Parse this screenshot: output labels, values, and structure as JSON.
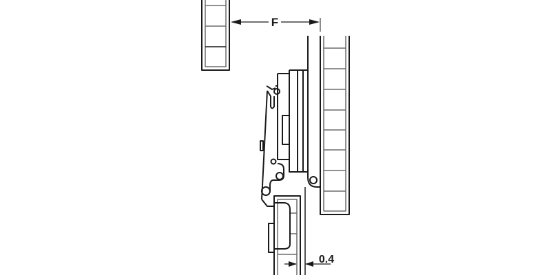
{
  "diagram": {
    "type": "technical-drawing",
    "subject": "concealed hinge cross-section with door and cabinet panels",
    "background": "#ffffff",
    "stroke_color": "#1a1a1a",
    "inner_line_color": "#6b6b6b",
    "dimensions": {
      "f": {
        "label": "F",
        "meaning": "distance between panel edges"
      },
      "gap": {
        "label": "0.4",
        "meaning": "gap clearance"
      }
    },
    "components": [
      {
        "id": "left-upper-panel",
        "label": ""
      },
      {
        "id": "right-panel",
        "label": ""
      },
      {
        "id": "hinge-body",
        "label": ""
      },
      {
        "id": "lower-panel",
        "label": ""
      }
    ]
  }
}
